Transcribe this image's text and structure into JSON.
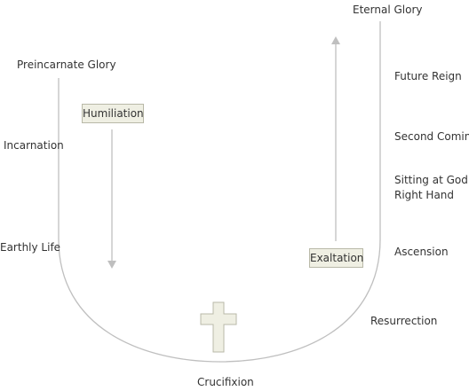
{
  "labels": {
    "eternal_glory": "Eternal Glory",
    "preincarnate_glory": "Preincarnate Glory",
    "incarnation": "Incarnation",
    "earthly_life": "Earthly Life",
    "crucifixion": "Crucifixion",
    "resurrection": "Resurrection",
    "ascension": "Ascension",
    "sitting_line1": "Sitting at God’s",
    "sitting_line2": "Right Hand",
    "second_coming": "Second Coming",
    "future_reign": "Future Reign"
  },
  "boxes": {
    "humiliation": "Humiliation",
    "exaltation": "Exaltation"
  },
  "colors": {
    "curve": "#bfbfbf",
    "arrow": "#bfbfbf",
    "cross_fill": "#efefe3",
    "cross_stroke": "#b9b9a8",
    "text": "#333333"
  }
}
